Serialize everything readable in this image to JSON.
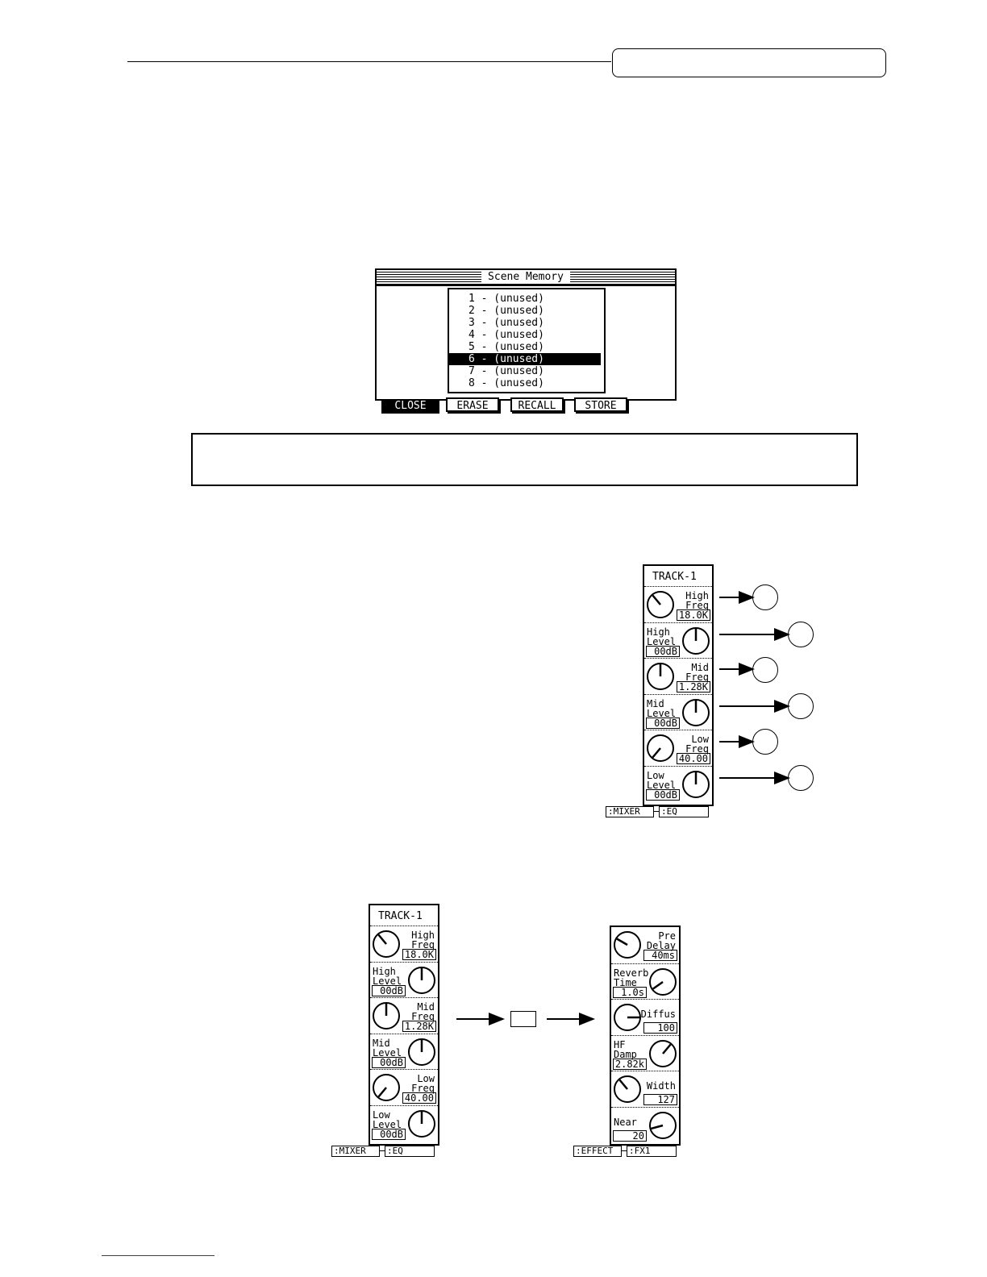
{
  "scene_memory": {
    "title": "Scene Memory",
    "items": [
      {
        "label": "1 - (unused)",
        "selected": false
      },
      {
        "label": "2 - (unused)",
        "selected": false
      },
      {
        "label": "3 - (unused)",
        "selected": false
      },
      {
        "label": "4 - (unused)",
        "selected": false
      },
      {
        "label": "5 - (unused)",
        "selected": false
      },
      {
        "label": "6 - (unused)",
        "selected": true
      },
      {
        "label": "7 - (unused)",
        "selected": false
      },
      {
        "label": "8 - (unused)",
        "selected": false
      }
    ],
    "buttons": {
      "close": "CLOSE",
      "erase": "ERASE",
      "recall": "RECALL",
      "store": "STORE"
    }
  },
  "eq_panel": {
    "title": "TRACK-1",
    "params": [
      {
        "label": "High\nFreq",
        "value": "18.0K",
        "angle": -40
      },
      {
        "label": "High\nLevel",
        "value": "00dB",
        "angle": 0
      },
      {
        "label": "Mid\nFreq",
        "value": "1.28K",
        "angle": 0
      },
      {
        "label": "Mid\nLevel",
        "value": "00dB",
        "angle": 0
      },
      {
        "label": "Low\nFreq",
        "value": "40.00",
        "angle": 220
      },
      {
        "label": "Low\nLevel",
        "value": "00dB",
        "angle": 0
      }
    ],
    "tabs": {
      "left": ":MIXER",
      "right": ":EQ"
    }
  },
  "fx_panel": {
    "params": [
      {
        "label": "Pre\nDelay",
        "value": "40ms",
        "angle": -60
      },
      {
        "label": "Reverb\nTime",
        "value": "1.0s",
        "angle": 235
      },
      {
        "label": "Diffus",
        "value": "100",
        "angle": 90
      },
      {
        "label": "HF\nDamp",
        "value": "2.82k",
        "angle": 40
      },
      {
        "label": "Width",
        "value": "127",
        "angle": -40
      },
      {
        "label": "Near",
        "value": "20",
        "angle": 255
      }
    ],
    "tabs": {
      "left": ":EFFECT",
      "right": ":FX1"
    }
  },
  "colors": {
    "ink": "#000000",
    "paper": "#ffffff",
    "link": "#1a3fa0"
  }
}
